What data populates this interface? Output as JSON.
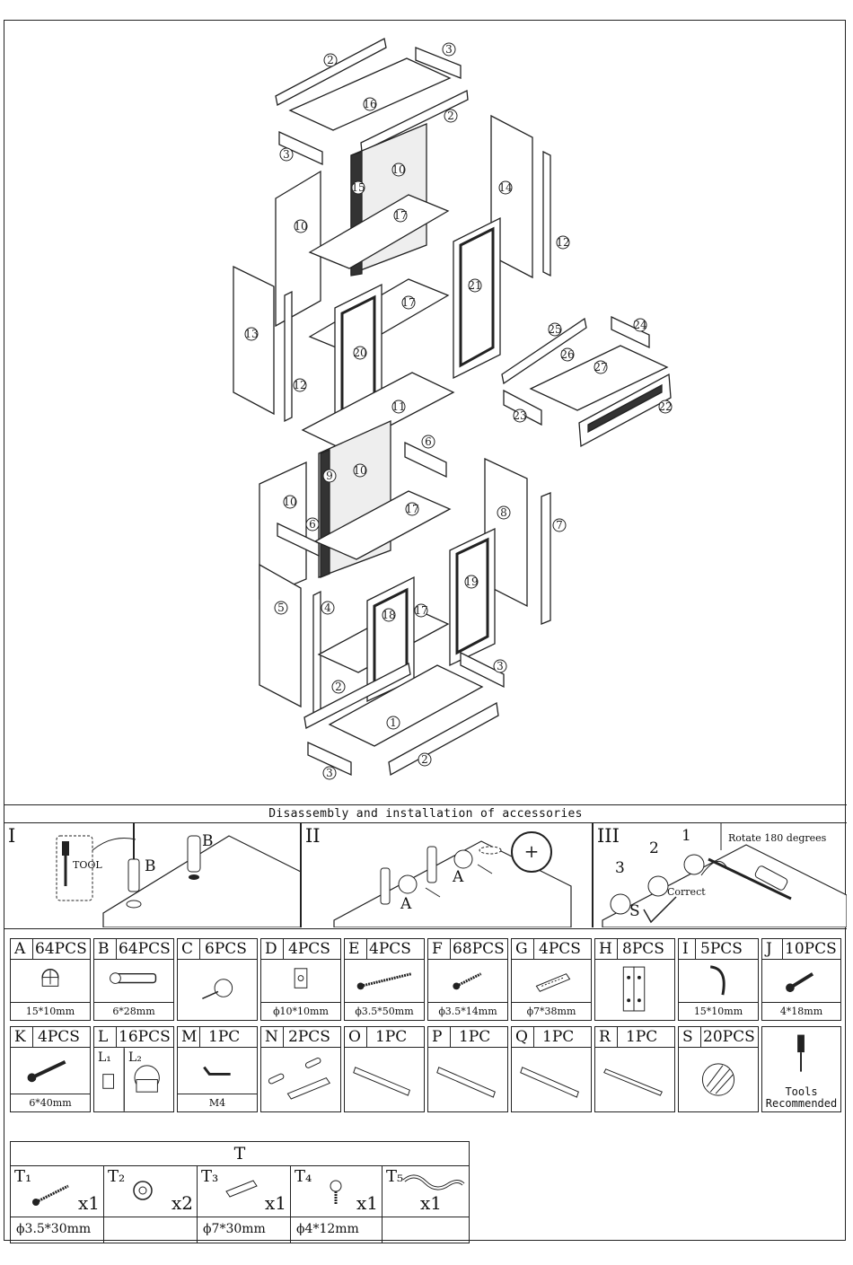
{
  "accessories_title": "Disassembly and installation of accessories",
  "steps": [
    {
      "roman": "I",
      "labels": [
        "TOOL",
        "B",
        "B"
      ]
    },
    {
      "roman": "II",
      "labels": [
        "A",
        "A"
      ]
    },
    {
      "roman": "III",
      "labels": [
        "1",
        "2",
        "3",
        "S",
        "Correct",
        "Rotate 180 degrees"
      ]
    }
  ],
  "part_numbers": [
    "2",
    "3",
    "16",
    "2",
    "3",
    "10",
    "15",
    "14",
    "12",
    "10",
    "17",
    "21",
    "13",
    "12",
    "17",
    "20",
    "25",
    "24",
    "26",
    "27",
    "11",
    "23",
    "22",
    "6",
    "10",
    "9",
    "8",
    "10",
    "6",
    "17",
    "7",
    "5",
    "4",
    "18",
    "17",
    "19",
    "3",
    "2",
    "1",
    "3",
    "2"
  ],
  "parts": [
    {
      "letter": "A",
      "qty": "64PCS",
      "size": "15*10mm",
      "icon": "cam-lock-icon"
    },
    {
      "letter": "B",
      "qty": "64PCS",
      "size": "6*28mm",
      "icon": "cam-bolt-icon"
    },
    {
      "letter": "C",
      "qty": "6PCS",
      "size": "",
      "icon": "nail-icon"
    },
    {
      "letter": "D",
      "qty": "4PCS",
      "size": "ϕ10*10mm",
      "icon": "shelf-support-icon"
    },
    {
      "letter": "E",
      "qty": "4PCS",
      "size": "ϕ3.5*50mm",
      "icon": "long-screw-icon"
    },
    {
      "letter": "F",
      "qty": "68PCS",
      "size": "ϕ3.5*14mm",
      "icon": "short-screw-icon"
    },
    {
      "letter": "G",
      "qty": "4PCS",
      "size": "ϕ7*38mm",
      "icon": "wall-anchor-icon"
    },
    {
      "letter": "H",
      "qty": "8PCS",
      "size": "",
      "icon": "hinge-icon"
    },
    {
      "letter": "I",
      "qty": "5PCS",
      "size": "15*10mm",
      "icon": "handle-icon"
    },
    {
      "letter": "J",
      "qty": "10PCS",
      "size": "4*18mm",
      "icon": "bolt-icon"
    },
    {
      "letter": "K",
      "qty": "4PCS",
      "size": "6*40mm",
      "icon": "long-bolt-icon"
    },
    {
      "letter": "L",
      "qty": "16PCS",
      "sub1": "L₁",
      "sub2": "L₂",
      "size": "",
      "icon": "connector-icon"
    },
    {
      "letter": "M",
      "qty": "1PC",
      "size": "M4",
      "icon": "allen-key-icon"
    },
    {
      "letter": "N",
      "qty": "2PCS",
      "size": "",
      "icon": "bracket-icon"
    },
    {
      "letter": "O",
      "qty": "1PC",
      "size": "",
      "icon": "drawer-slide-icon"
    },
    {
      "letter": "P",
      "qty": "1PC",
      "size": "",
      "icon": "drawer-slide-icon"
    },
    {
      "letter": "Q",
      "qty": "1PC",
      "size": "",
      "icon": "drawer-slide-icon"
    },
    {
      "letter": "R",
      "qty": "1PC",
      "size": "",
      "icon": "drawer-slide-icon"
    },
    {
      "letter": "S",
      "qty": "20PCS",
      "size": "",
      "icon": "cover-cap-icon"
    },
    {
      "letter": "",
      "qty": "",
      "size": "",
      "icon": "screwdriver-icon",
      "tools_line1": "Tools",
      "tools_line2": "Recommended"
    }
  ],
  "t_table": {
    "title": "T",
    "items": [
      {
        "name": "T₁",
        "qty": "x1",
        "size": "ϕ3.5*30mm",
        "icon": "screw-icon"
      },
      {
        "name": "T₂",
        "qty": "x2",
        "size": "",
        "icon": "washer-icon"
      },
      {
        "name": "T₃",
        "qty": "x1",
        "size": "ϕ7*30mm",
        "icon": "anchor-icon"
      },
      {
        "name": "T₄",
        "qty": "x1",
        "size": "ϕ4*12mm",
        "icon": "short-screw-icon"
      },
      {
        "name": "T₅",
        "qty": "x1",
        "size": "",
        "icon": "strap-icon"
      }
    ]
  }
}
